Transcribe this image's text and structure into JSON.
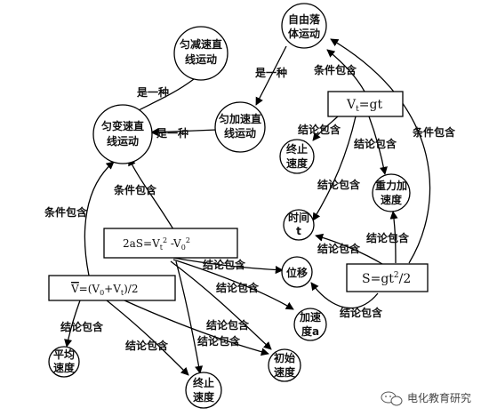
{
  "nodes": {
    "ziyou": {
      "line1": "自由落",
      "line2": "体运动"
    },
    "yunjian": {
      "line1": "匀减速直",
      "line2": "线运动"
    },
    "yunjia": {
      "line1": "匀加速直",
      "line2": "线运动"
    },
    "yunbian": {
      "line1": "匀变速直",
      "line2": "线运动"
    },
    "zhongzhi1": {
      "line1": "终止",
      "line2": "速度"
    },
    "zhongli": {
      "line1": "重力加",
      "line2": "速度"
    },
    "shijian": {
      "line1": "时间",
      "line2": "t"
    },
    "weiyi": {
      "line1": "位移"
    },
    "jiasudu": {
      "line1": "加速",
      "line2": "度a"
    },
    "pingjun": {
      "line1": "平均",
      "line2": "速度"
    },
    "zhongzhi2": {
      "line1": "终止",
      "line2": "速度"
    },
    "chushi": {
      "line1": "初始",
      "line2": "速度"
    }
  },
  "formulas": {
    "vt_gt": {
      "v": "V",
      "sub": "t",
      "rest": "=gt"
    },
    "s_gt2": {
      "base": "S=gt",
      "sup": "2",
      "rest": "/2"
    },
    "as2": {
      "part1": "2aS=V",
      "sub1": "t",
      "sup1": "2",
      "part2": " -V",
      "sub2": "0",
      "sup2": "2"
    },
    "vavg": {
      "vbar": "V",
      "part1": "=(V",
      "sub1": "0",
      "part2": "+V",
      "sub2": "t",
      "part3": ")/2"
    }
  },
  "labels": {
    "shi": "是一种",
    "tiaojian": "条件包含",
    "jielun": "结论包含"
  },
  "watermark": "电化教育研究"
}
